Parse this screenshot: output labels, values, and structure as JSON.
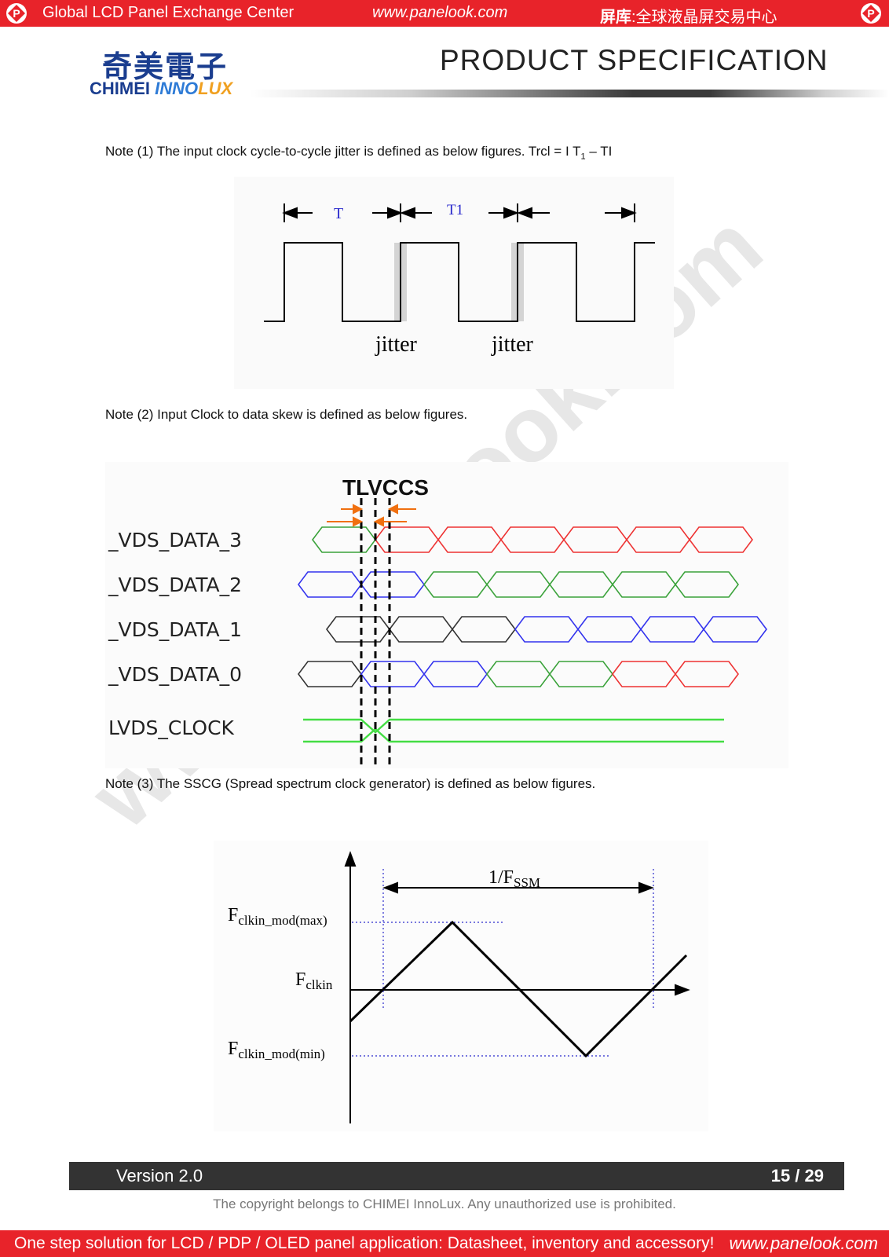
{
  "header": {
    "left": "Global LCD Panel Exchange Center",
    "center": "www.panelook.com",
    "right_bold": "屏库",
    "right_rest": ":全球液晶屏交易中心"
  },
  "brand": {
    "chinese": "奇美電子",
    "english_a": "CHIMEI ",
    "english_b": "INNO",
    "english_c": "LUX"
  },
  "doc_title": "PRODUCT  SPECIFICATION",
  "watermark": "www.panelook.com",
  "notes": {
    "n1_main": "Note (1) The input clock cycle-to-cycle jitter is defined as below figures. Trcl = I T",
    "n1_sub": "1",
    "n1_tail": " – TI",
    "n2": "Note (2) Input Clock to data skew is defined as below figures.",
    "n3": "Note (3) The SSCG (Spread spectrum clock generator) is defined as below figures."
  },
  "fig1": {
    "t_label": "T",
    "t1_label": "T1",
    "jitter_1": "jitter",
    "jitter_2": "jitter"
  },
  "fig2": {
    "title": "TLVCCS",
    "signals": [
      "_VDS_DATA_3",
      "_VDS_DATA_2",
      "_VDS_DATA_1",
      "_VDS_DATA_0",
      "LVDS_CLOCK"
    ],
    "colors": {
      "red": "#ee3333",
      "green": "#3aa23a",
      "blue": "#3333ee",
      "black": "#333333",
      "clock": "#44dd44",
      "arrow": "#f07010"
    }
  },
  "fig3": {
    "period_main": "1/F",
    "period_sub": "SSM",
    "fmax_main": "F",
    "fmax_sub": "clkin_mod(max)",
    "fclk_main": "F",
    "fclk_sub": "clkin",
    "fmin_main": "F",
    "fmin_sub": "clkin_mod(min)"
  },
  "footer": {
    "version": "Version 2.0",
    "page": "15 / 29",
    "copyright": "The copyright belongs to CHIMEI InnoLux. Any unauthorized use is prohibited.",
    "bottom_left": "One step solution for LCD / PDP / OLED panel application: Datasheet, inventory and accessory!",
    "bottom_right": "www.panelook.com"
  }
}
